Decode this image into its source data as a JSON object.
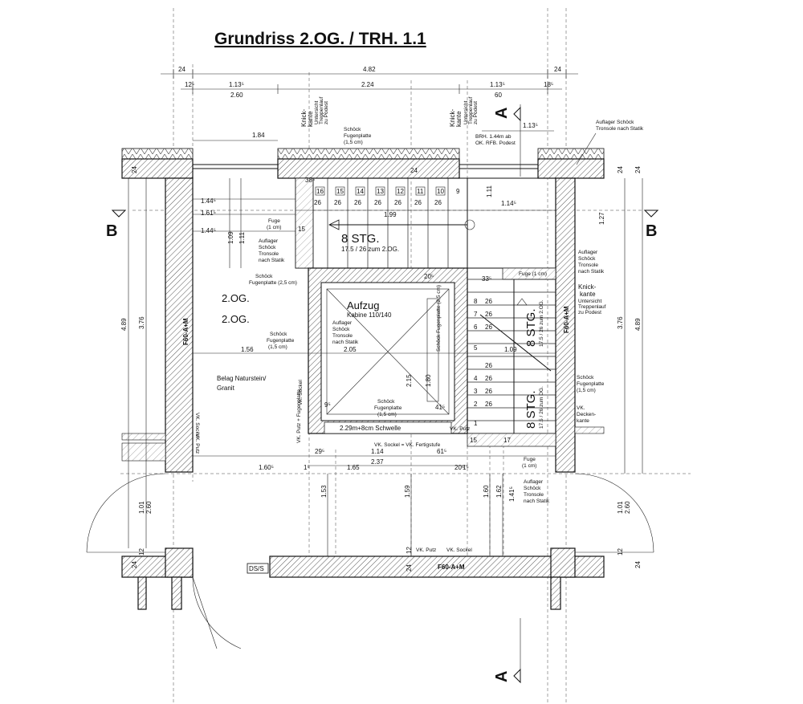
{
  "title": "Grundriss  2.OG.  / TRH. 1.1",
  "section_markers": {
    "a": "A",
    "b": "B"
  },
  "dims_top": {
    "overall": "4.82",
    "left_wall": "24",
    "right_wall": "24",
    "seg_1": "1.13⁵",
    "seg_2": "2.24",
    "seg_3": "1.13⁵",
    "edge_left": "12⁵",
    "edge_right": "18⁵",
    "sub_1": "2.60",
    "sub_2": "60",
    "window_left": "1.84",
    "window_right": "1.13⁵"
  },
  "dims_side": {
    "left_total": "4.89",
    "left_inner": "3.76",
    "right_total": "4.89",
    "right_inner": "3.76",
    "door_left_a": "1.01",
    "door_left_b": "2.60",
    "door_right_a": "1.01",
    "door_right_b": "2.60",
    "wall_24": "24",
    "wall_12": "12",
    "right_127": "1.27",
    "right_111": "1.11"
  },
  "dims_internal": {
    "d_144a": "1.44⁵",
    "d_161": "1.61⁵",
    "d_144b": "1.44⁵",
    "d_109": "1.09",
    "d_111": "1.11",
    "d_199": "1.99",
    "d_114": "1.14⁵",
    "d_156": "1.56",
    "d_205": "2.05",
    "d_109b": "1.09",
    "d_215": "2.15",
    "d_180": "1.80",
    "d_160": "1.60⁵",
    "d_165": "1.65",
    "d_114b": "1.14",
    "d_237": "2.37",
    "d_295": "29⁵",
    "d_615": "61⁵",
    "d_153": "1.53",
    "d_159": "1.59",
    "d_160b": "1.60",
    "d_162": "1.62",
    "d_141": "1.41⁵",
    "d_205b": "20⁵",
    "d_385": "38⁵",
    "d_205c": "20⁵",
    "d_335": "33⁵",
    "d_15": "1⁵",
    "d_24": "24",
    "d_12": "12",
    "d_9": "9⁵",
    "d_41": "41⁵"
  },
  "stairs": {
    "top_numbers": [
      "16",
      "15",
      "14",
      "13",
      "12",
      "11",
      "10",
      "9"
    ],
    "top_treads": [
      "26",
      "26",
      "26",
      "26",
      "26",
      "26",
      "26"
    ],
    "top_label": "8 STG.",
    "top_sub": "17.5 / 26 zum 2.OG.",
    "right_upper_numbers": [
      "8",
      "7",
      "6",
      "5"
    ],
    "right_upper_label": "8 STG.",
    "right_upper_sub": "17.5 / 26 zum 2.OG.",
    "right_lower_numbers": [
      "4",
      "3",
      "2",
      "1"
    ],
    "right_lower_label": "8 STG.",
    "right_lower_sub": "17.5 / 26 zum DG.",
    "right_treads": [
      "26",
      "26",
      "26",
      "26",
      "26",
      "26",
      "26"
    ],
    "start_num": "15",
    "start_num2": "15",
    "start_num3": "17"
  },
  "labels": {
    "aufzug": "Aufzug",
    "kabine": "Kabine 110/140",
    "level_1": "2.OG.",
    "level_2": "2.OG.",
    "belag_1": "Belag Naturstein/",
    "belag_2": "Granit",
    "f60_left": "F60-A+M",
    "f60_right": "F60-A+M",
    "f60_bottom": "F60-A+M",
    "ds": "DS/S",
    "schwelle": "2.29m+8cm Schwelle",
    "vk_sockel_fert": "VK. Sockel = VK. Fertigstufe",
    "vk_putz": "VK. Putz",
    "vk_putz2": "VK. Putz",
    "vk_sockel": "VK. Sockel",
    "vk_sockel_left": "VK. Sockel",
    "vk_putz_left": "VK. Putz",
    "vk_sockel_lift": "VK. Sockel",
    "vk_putz_fugen": "VK. Putz + Fugenplatte",
    "vk_decken_1": "VK.",
    "vk_decken_2": "Decken-",
    "vk_decken_3": "kante",
    "fuge_1a": "Fuge",
    "fuge_1b": "(1 cm)",
    "fuge_2": "Fuge (1 cm)",
    "fuge_3a": "Fuge",
    "fuge_3b": "(1 cm)",
    "schoeck_top_1": "Schöck",
    "schoeck_top_2": "Fugenplatte",
    "schoeck_top_3": "(1,5 cm)",
    "schoeck_mid_1": "Schöck",
    "schoeck_mid_2": "Fugenplatte (2,5 cm)",
    "schoeck_left_1": "Schöck",
    "schoeck_left_2": "Fugenplatte",
    "schoeck_left_3": "(1,5 cm)",
    "schoeck_lift_1": "Schöck",
    "schoeck_lift_2": "Fugenplatte",
    "schoeck_lift_3": "(1,5 cm)",
    "schoeck_vert": "Schöck Fugenplatte (2,5 cm)",
    "schoeck_right_1": "Schöck",
    "schoeck_right_2": "Fugenplatte",
    "schoeck_right_3": "(1,5 cm)",
    "aufl_left": [
      "Auflager",
      "Schöck",
      "Tronsole",
      "nach Statik"
    ],
    "aufl_lift": [
      "Auflager",
      "Schöck",
      "Tronsole",
      "nach Statik"
    ],
    "aufl_right": [
      "Auflager",
      "Schöck",
      "Tronsole",
      "nach Statik"
    ],
    "aufl_bottom": [
      "Auflager",
      "Schöck",
      "Tronsole",
      "nach Statik"
    ],
    "aufl_topright_1": "Auflager Schöck",
    "aufl_topright_2": "Tronsole nach Statik",
    "knick_1": "Knick-",
    "knick_2": "kante",
    "knick_sub": [
      "Untersicht",
      "Treppenlauf",
      "zu Podest"
    ],
    "brh_1": "BRH. 1.44m ab",
    "brh_2": "OK. RFB. Podest",
    "knick_r1": "Knick-",
    "knick_r2": "kante",
    "knick_rsub": [
      "Untersicht",
      "Treppenlauf",
      "zu Podest"
    ]
  }
}
